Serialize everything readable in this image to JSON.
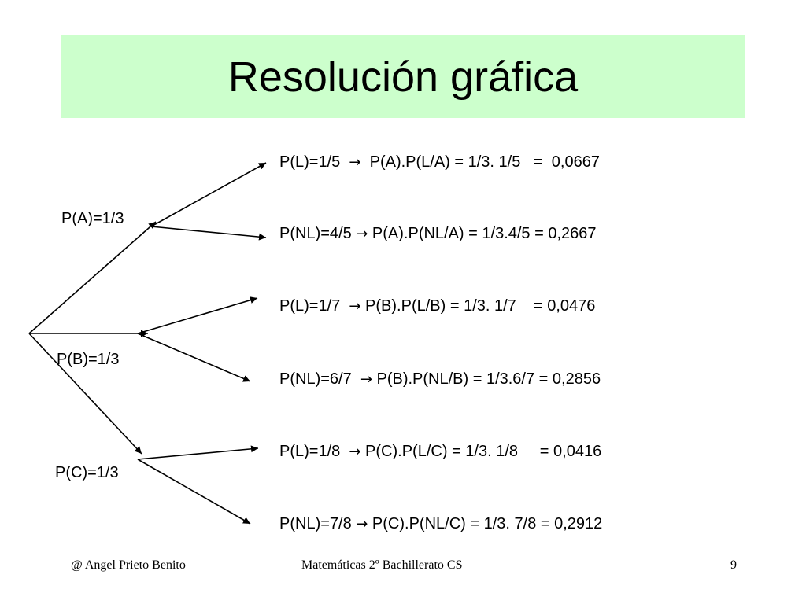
{
  "title": "Resolución gráfica",
  "branches": {
    "a": "P(A)=1/3",
    "b": "P(B)=1/3",
    "c": "P(C)=1/3"
  },
  "arrow_glyph": "→",
  "formulas": [
    {
      "left": "P(L)=1/5  ",
      "right": "  P(A).P(L/A) = 1/3. 1/5   =  0,0667"
    },
    {
      "left": "P(NL)=4/5 ",
      "right": " P(A).P(NL/A) = 1/3.4/5 = 0,2667"
    },
    {
      "left": "P(L)=1/7  ",
      "right": " P(B).P(L/B) = 1/3. 1/7    = 0,0476"
    },
    {
      "left": "P(NL)=6/7  ",
      "right": " P(B).P(NL/B) = 1/3.6/7 = 0,2856"
    },
    {
      "left": "P(L)=1/8  ",
      "right": " P(C).P(L/C) = 1/3. 1/8     = 0,0416"
    },
    {
      "left": "P(NL)=7/8 ",
      "right": " P(C).P(NL/C) = 1/3. 7/8 = 0,2912"
    }
  ],
  "footer": {
    "author": "@  Angel Prieto Benito",
    "course": "Matemáticas  2º Bachillerato CS",
    "page": "9"
  }
}
